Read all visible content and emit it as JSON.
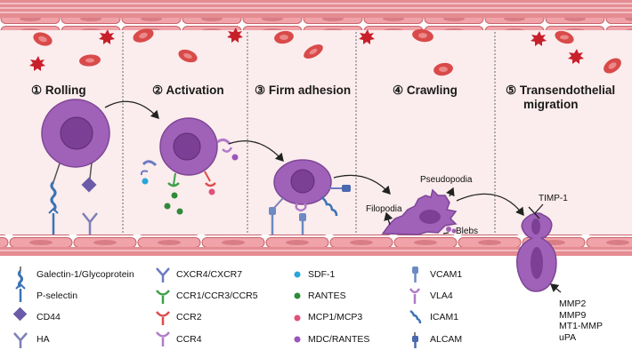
{
  "stages": [
    {
      "number": "①",
      "label": "Rolling"
    },
    {
      "number": "②",
      "label": "Activation"
    },
    {
      "number": "③",
      "label": "Firm adhesion"
    },
    {
      "number": "④",
      "label": "Crawling"
    },
    {
      "number": "⑤",
      "label": "Transendothelial",
      "label2": "migration"
    }
  ],
  "annotations": {
    "pseudopodia": "Pseudopodia",
    "filopodia": "Filopodia",
    "blebs": "Blebs",
    "timp": "TIMP-1"
  },
  "proteases": [
    "MMP2",
    "MMP9",
    "MT1-MMP",
    "uPA"
  ],
  "legend": {
    "col1": [
      "Galectin-1/Glycoprotein",
      "P-selectin",
      "CD44",
      "HA"
    ],
    "col2": [
      "CXCR4/CXCR7",
      "CCR1/CCR3/CCR5",
      "CCR2",
      "CCR4"
    ],
    "col3": [
      "SDF-1",
      "RANTES",
      "MCP1/MCP3",
      "MDC/RANTES"
    ],
    "col4": [
      "VCAM1",
      "VLA4",
      "ICAM1",
      "ALCAM"
    ]
  },
  "colors": {
    "vessel_wall": "#e8949a",
    "vessel_lumen": "#fbeced",
    "cell_outer": "#a061b8",
    "cell_inner": "#7b3f95",
    "red_cell": "#d94a4a",
    "platelet": "#c8202a",
    "galectin": "#3b73b5",
    "cxcr4": "#6c7ac4",
    "ccr1": "#3ea04a",
    "ccr2": "#de4c4c",
    "ccr4": "#b07ac8",
    "sdf1": "#27a5dc",
    "rantes": "#2e8b3a",
    "mcp": "#e0517a",
    "mdc": "#9b55bb"
  }
}
